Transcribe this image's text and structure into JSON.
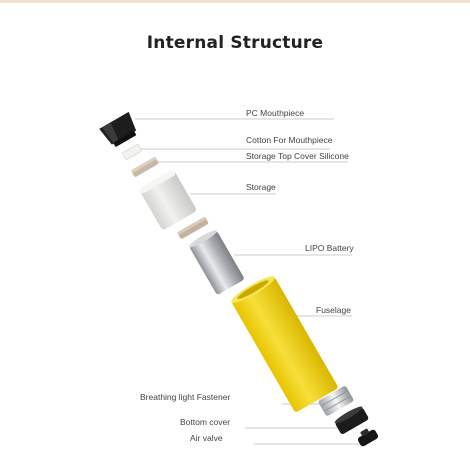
{
  "title": "Internal Structure",
  "parts": [
    {
      "id": "pc-mouthpiece",
      "label": "PC Mouthpiece"
    },
    {
      "id": "cotton-for-mouthpiece",
      "label": "Cotton For Mouthpiece"
    },
    {
      "id": "storage-top-cover-silicone",
      "label": "Storage Top Cover Silicone"
    },
    {
      "id": "storage",
      "label": "Storage"
    },
    {
      "id": "lipo-battery",
      "label": "LIPO Battery"
    },
    {
      "id": "fuselage",
      "label": "Fuselage"
    },
    {
      "id": "breathing-light-fastener",
      "label": "Breathing light  Fastener"
    },
    {
      "id": "bottom-cover",
      "label": "Bottom cover"
    },
    {
      "id": "air-valve",
      "label": "Air valve"
    }
  ],
  "colors": {
    "fuselage": "#f0d21a",
    "fuselage_shade": "#d8b800",
    "mouthpiece": "#1d1d1d",
    "storage": "#e6e6e2",
    "silicone": "#c8b8a6",
    "battery": "#b9bcc0",
    "leader_line": "#9a9a9a"
  }
}
